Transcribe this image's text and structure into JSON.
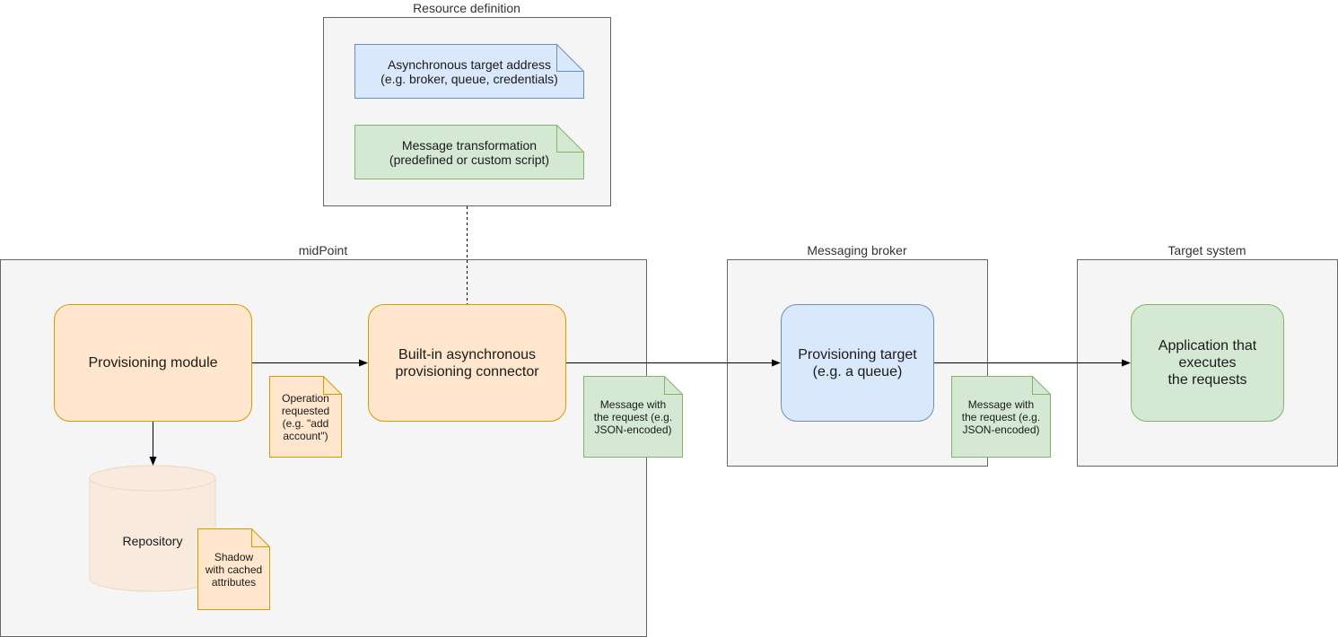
{
  "groups": {
    "resource_definition": "Resource definition",
    "midpoint": "midPoint",
    "messaging_broker": "Messaging broker",
    "target_system": "Target system"
  },
  "resource_definition": {
    "async_address": "Asynchronous target address\n(e.g. broker, queue, credentials)",
    "message_transformation": "Message transformation\n(predefined or custom script)"
  },
  "midpoint": {
    "provisioning_module": "Provisioning module",
    "connector": "Built-in asynchronous\nprovisioning connector",
    "operation_note": "Operation\nrequested\n(e.g. \"add\naccount\")",
    "repository": "Repository",
    "shadow_note": "Shadow\nwith cached\nattributes"
  },
  "messages": {
    "message_to_broker": "Message with\nthe request (e.g.\nJSON-encoded)",
    "message_to_target": "Message with\nthe request (e.g.\nJSON-encoded)"
  },
  "broker": {
    "provisioning_target": "Provisioning target\n(e.g. a queue)"
  },
  "target_system": {
    "application": "Application that\nexecutes\nthe requests"
  },
  "colors": {
    "orange_fill": "#ffe6cc",
    "orange_stroke": "#d79b00",
    "blue_fill": "#dae8fc",
    "blue_stroke": "#6c8ebf",
    "green_fill": "#d5e8d4",
    "green_stroke": "#82b366",
    "group_fill": "#f5f5f5",
    "group_stroke": "#666666"
  }
}
